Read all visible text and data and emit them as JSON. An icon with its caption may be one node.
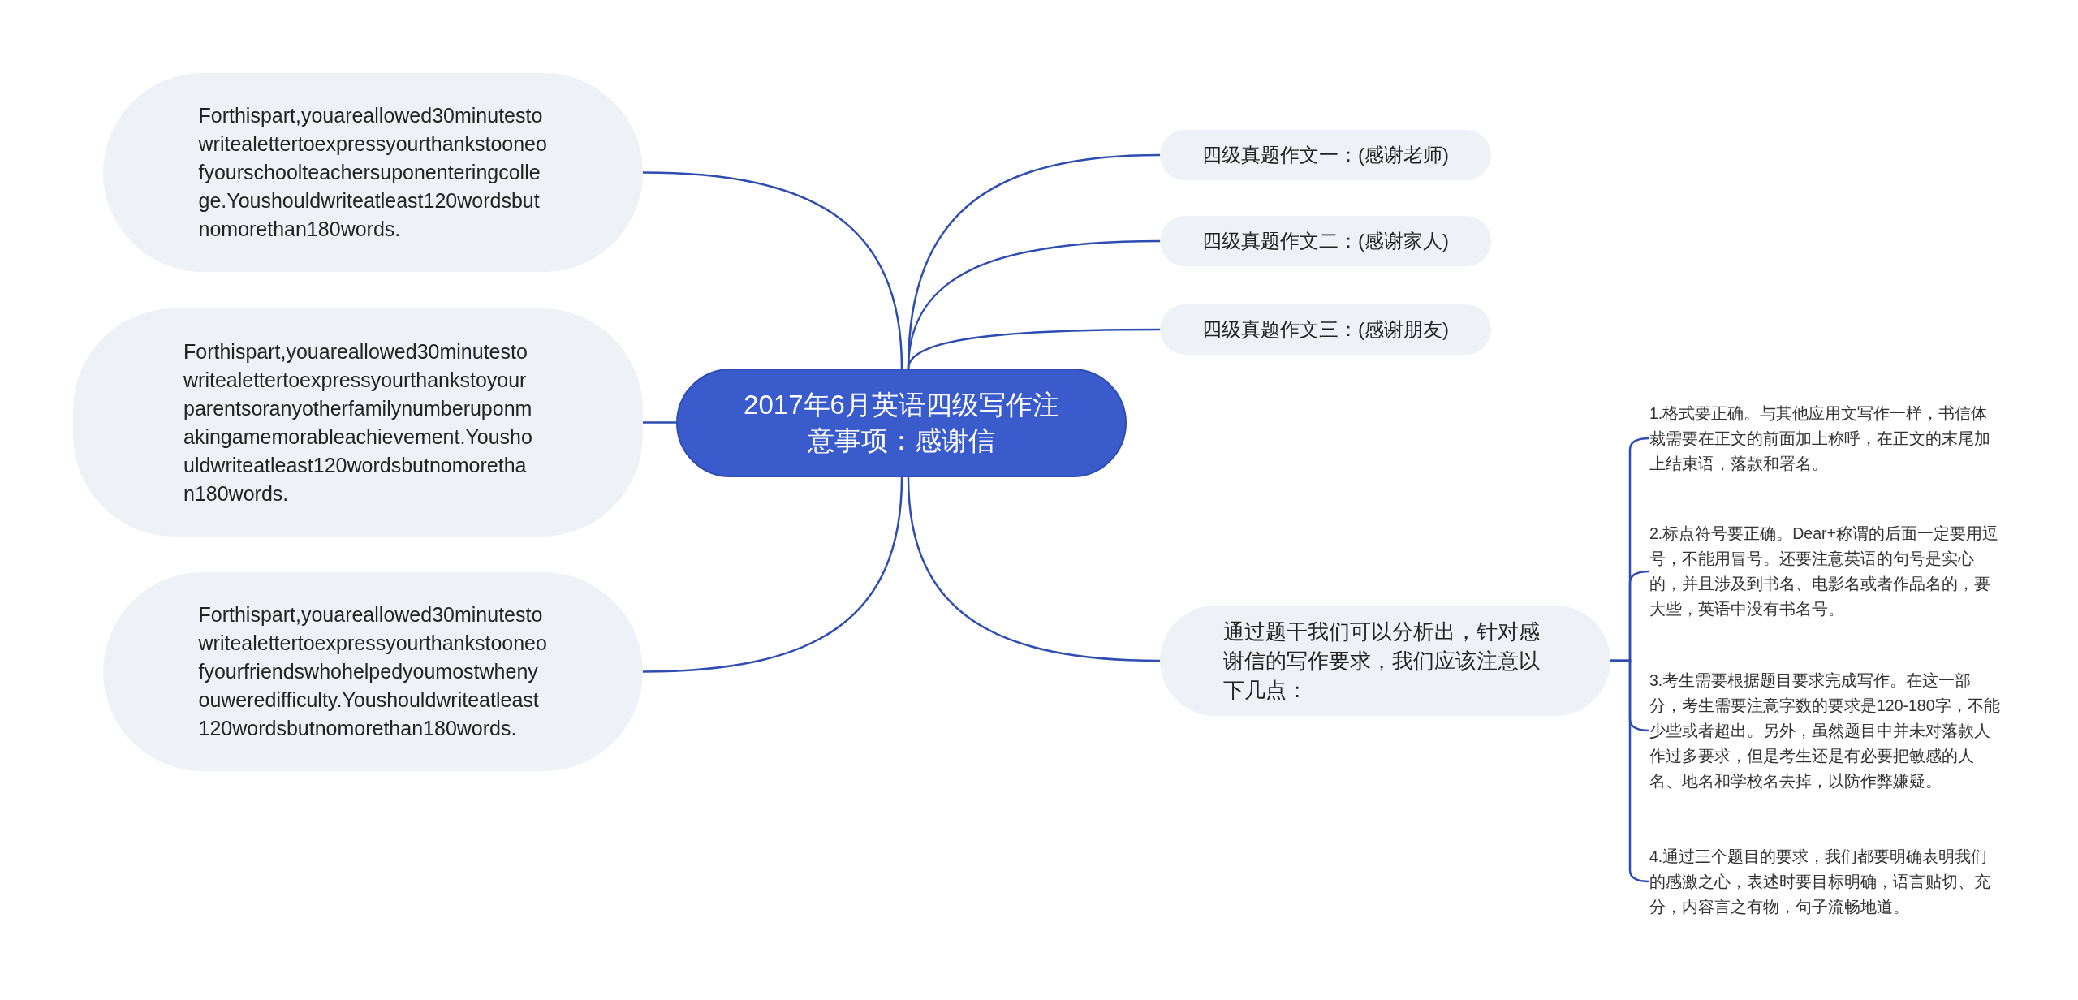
{
  "diagram": {
    "nodes": [
      {
        "text": [
          "2017年6月英语四级写作注意事项：感谢信"
        ]
      },
      {
        "text": [
          "Forthispart,youareallowed30minutestowritealettertoexpressyourthankstooneofyourschoolteachersuponenteringcollege.Youshouldwriteatleast120wordsbutnomorethan180words."
        ]
      },
      {
        "text": [
          "Forthispart,youareallowed30minutestowritealettertoexpressyourthankstoyourparentsoranyotherfamilynumberuponmakingamemorableachievement.Youshouldwriteatleast120wordsbutnomorethan180words."
        ]
      },
      {
        "text": [
          "Forthispart,youareallowed30minutestowritealettertoexpressyourthankstooneofyourfriendswhohelpedyoumostwhenyouweredifficulty.Youshouldwriteatleast120wordsbutnomorethan180words."
        ]
      },
      {
        "text": [
          "四级真题作文一：(感谢老师)"
        ]
      },
      {
        "text": [
          "四级真题作文二：(感谢家人)"
        ]
      },
      {
        "text": [
          "四级真题作文三：(感谢朋友)"
        ]
      },
      {
        "text": [
          "通过题干我们可以分析出，针对感谢信的写作要求，我们应该注意以下几点："
        ]
      },
      {
        "text": [
          "1.格式要正确。与其他应用文写作一样，书信体裁需要在正文的前面加上称呼，在正文的末尾加上结束语，落款和署名。"
        ]
      },
      {
        "text": [
          "2.标点符号要正确。Dear+称谓的后面一定要用逗号，不能用冒号。还要注意英语的句号是实心的，并且涉及到书名、电影名或者作品名的，要大些，英语中没有书名号。"
        ]
      },
      {
        "text": [
          "3.考生需要根据题目要求完成写作。在这一部分，考生需要注意字数的要求是120-180字，不能少些或者超出。另外，虽然题目中并未对落款人作过多要求，但是考生还是有必要把敏感的人名、地名和学校名去掉，以防作弊嫌疑。"
        ]
      },
      {
        "text": [
          "4.通过三个题目的要求，我们都要明确表明我们的感激之心，表述时要目标明确，语言贴切、充分，内容言之有物，句子流畅地道。"
        ]
      }
    ],
    "edges": [
      {
        "from": 0,
        "to": 1,
        "arrow": "none"
      },
      {
        "from": 0,
        "to": 2,
        "arrow": "none"
      },
      {
        "from": 0,
        "to": 3,
        "arrow": "none"
      },
      {
        "from": 0,
        "to": 4,
        "arrow": "none"
      },
      {
        "from": 0,
        "to": 5,
        "arrow": "none"
      },
      {
        "from": 0,
        "to": 6,
        "arrow": "none"
      },
      {
        "from": 0,
        "to": 7,
        "arrow": "none"
      },
      {
        "from": 7,
        "to": 8,
        "arrow": "none"
      },
      {
        "from": 7,
        "to": 9,
        "arrow": "none"
      },
      {
        "from": 7,
        "to": 10,
        "arrow": "none"
      },
      {
        "from": 7,
        "to": 11,
        "arrow": "none"
      }
    ]
  }
}
